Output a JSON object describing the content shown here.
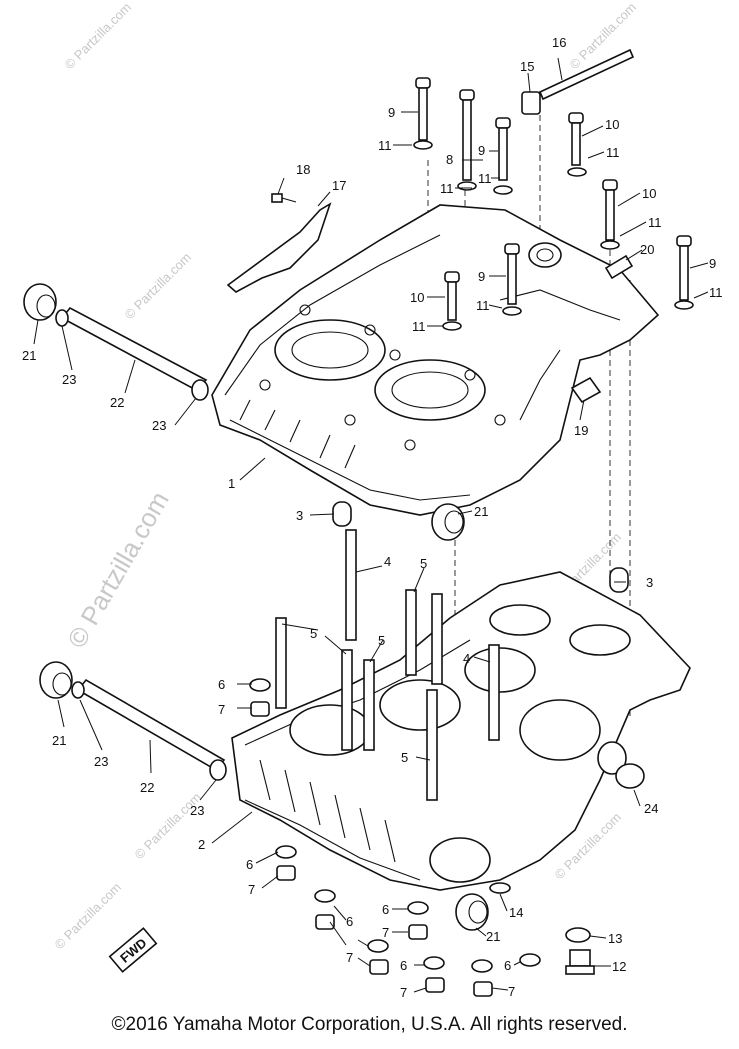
{
  "watermark": {
    "large": "© Partzilla.com",
    "small": "© Partzilla.com",
    "color": "#c8c8c8"
  },
  "fwd_badge": "FWD",
  "callouts": {
    "n1": "1",
    "n2": "2",
    "n3a": "3",
    "n3b": "3",
    "n4a": "4",
    "n4b": "4",
    "n5a": "5",
    "n5b": "5",
    "n5c": "5",
    "n5d": "5",
    "n6a": "6",
    "n6b": "6",
    "n6c": "6",
    "n6d": "6",
    "n6e": "6",
    "n7a": "7",
    "n7b": "7",
    "n7c": "7",
    "n7d": "7",
    "n7e": "7",
    "n8": "8",
    "n9a": "9",
    "n9b": "9",
    "n9c": "9",
    "n9d": "9",
    "n10a": "10",
    "n10b": "10",
    "n10c": "10",
    "n11a": "11",
    "n11b": "11",
    "n11c": "11",
    "n11d": "11",
    "n11e": "11",
    "n11f": "11",
    "n12": "12",
    "n13": "13",
    "n14": "14",
    "n15": "15",
    "n16": "16",
    "n17": "17",
    "n18": "18",
    "n19": "19",
    "n20": "20",
    "n21a": "21",
    "n21b": "21",
    "n21c": "21",
    "n21d": "21",
    "n22a": "22",
    "n22b": "22",
    "n23a": "23",
    "n23b": "23",
    "n23c": "23",
    "n23d": "23",
    "n24": "24"
  },
  "copyright": "©2016  Yamaha Motor Corporation, U.S.A. All rights reserved."
}
